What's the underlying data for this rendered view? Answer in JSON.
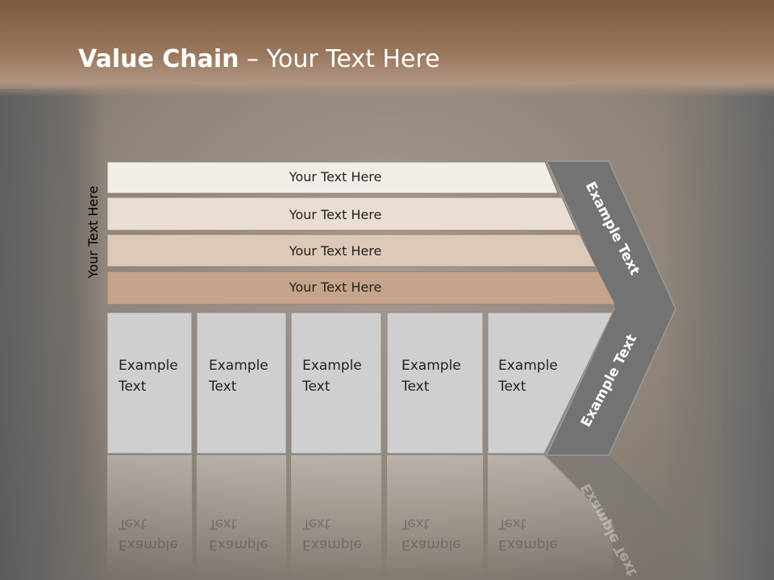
{
  "slide": {
    "title_bold": "Value Chain",
    "title_rest": " – Your Text Here",
    "side_label": "Your Text Here"
  },
  "rows": [
    {
      "label": "Your Text Here",
      "color": "#f3ede7"
    },
    {
      "label": "Your Text Here",
      "color": "#eaddd2"
    },
    {
      "label": "Your Text Here",
      "color": "#ddc9b7"
    },
    {
      "label": "Your Text Here",
      "color": "#c6a48b"
    }
  ],
  "boxes": [
    {
      "line1": "Example",
      "line2": "Text"
    },
    {
      "line1": "Example",
      "line2": "Text"
    },
    {
      "line1": "Example",
      "line2": "Text"
    },
    {
      "line1": "Example",
      "line2": "Text"
    },
    {
      "line1": "Example",
      "line2": "Text"
    }
  ],
  "arrow": {
    "upper_label": "Example Text",
    "lower_label": "Example Text",
    "color": "#737373"
  },
  "colors": {
    "header": "#8d6a4f",
    "box_fill": "#cfcfcf"
  }
}
